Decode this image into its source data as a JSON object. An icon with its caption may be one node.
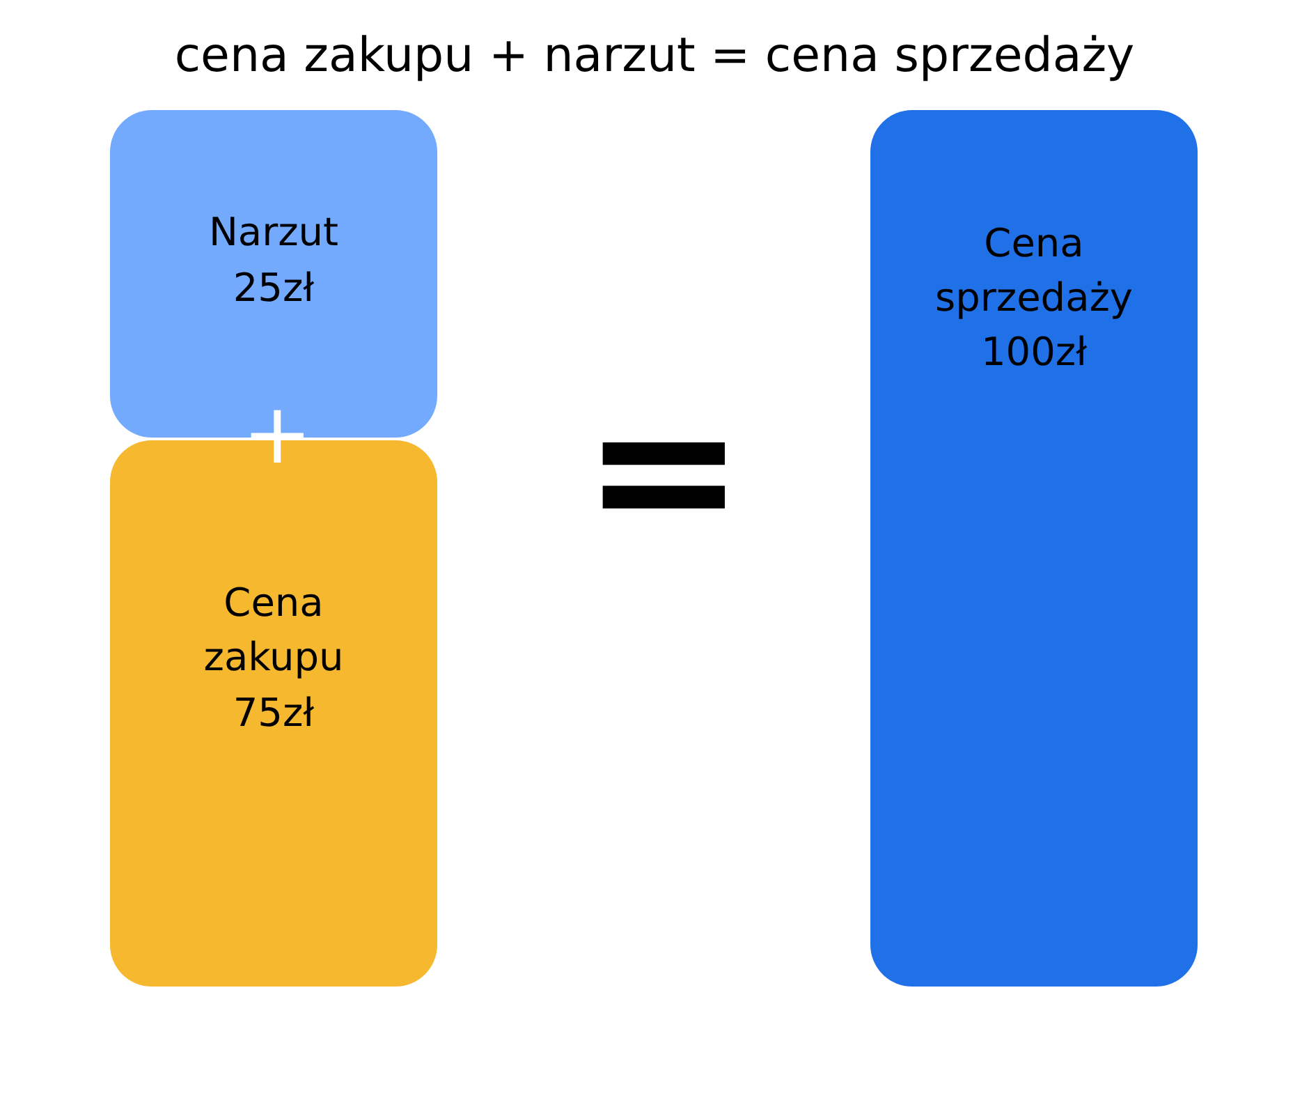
{
  "diagram": {
    "title": "cena zakupu + narzut = cena sprzedaży",
    "nodes": [
      {
        "text": [
          "Narzut",
          "25zł"
        ]
      },
      {
        "text": [
          "Cena zakupu",
          "75zł"
        ]
      },
      {
        "text": [
          "Cena sprzedaży",
          "100zł"
        ]
      }
    ],
    "edges": [],
    "labels": [
      "+",
      "="
    ]
  }
}
